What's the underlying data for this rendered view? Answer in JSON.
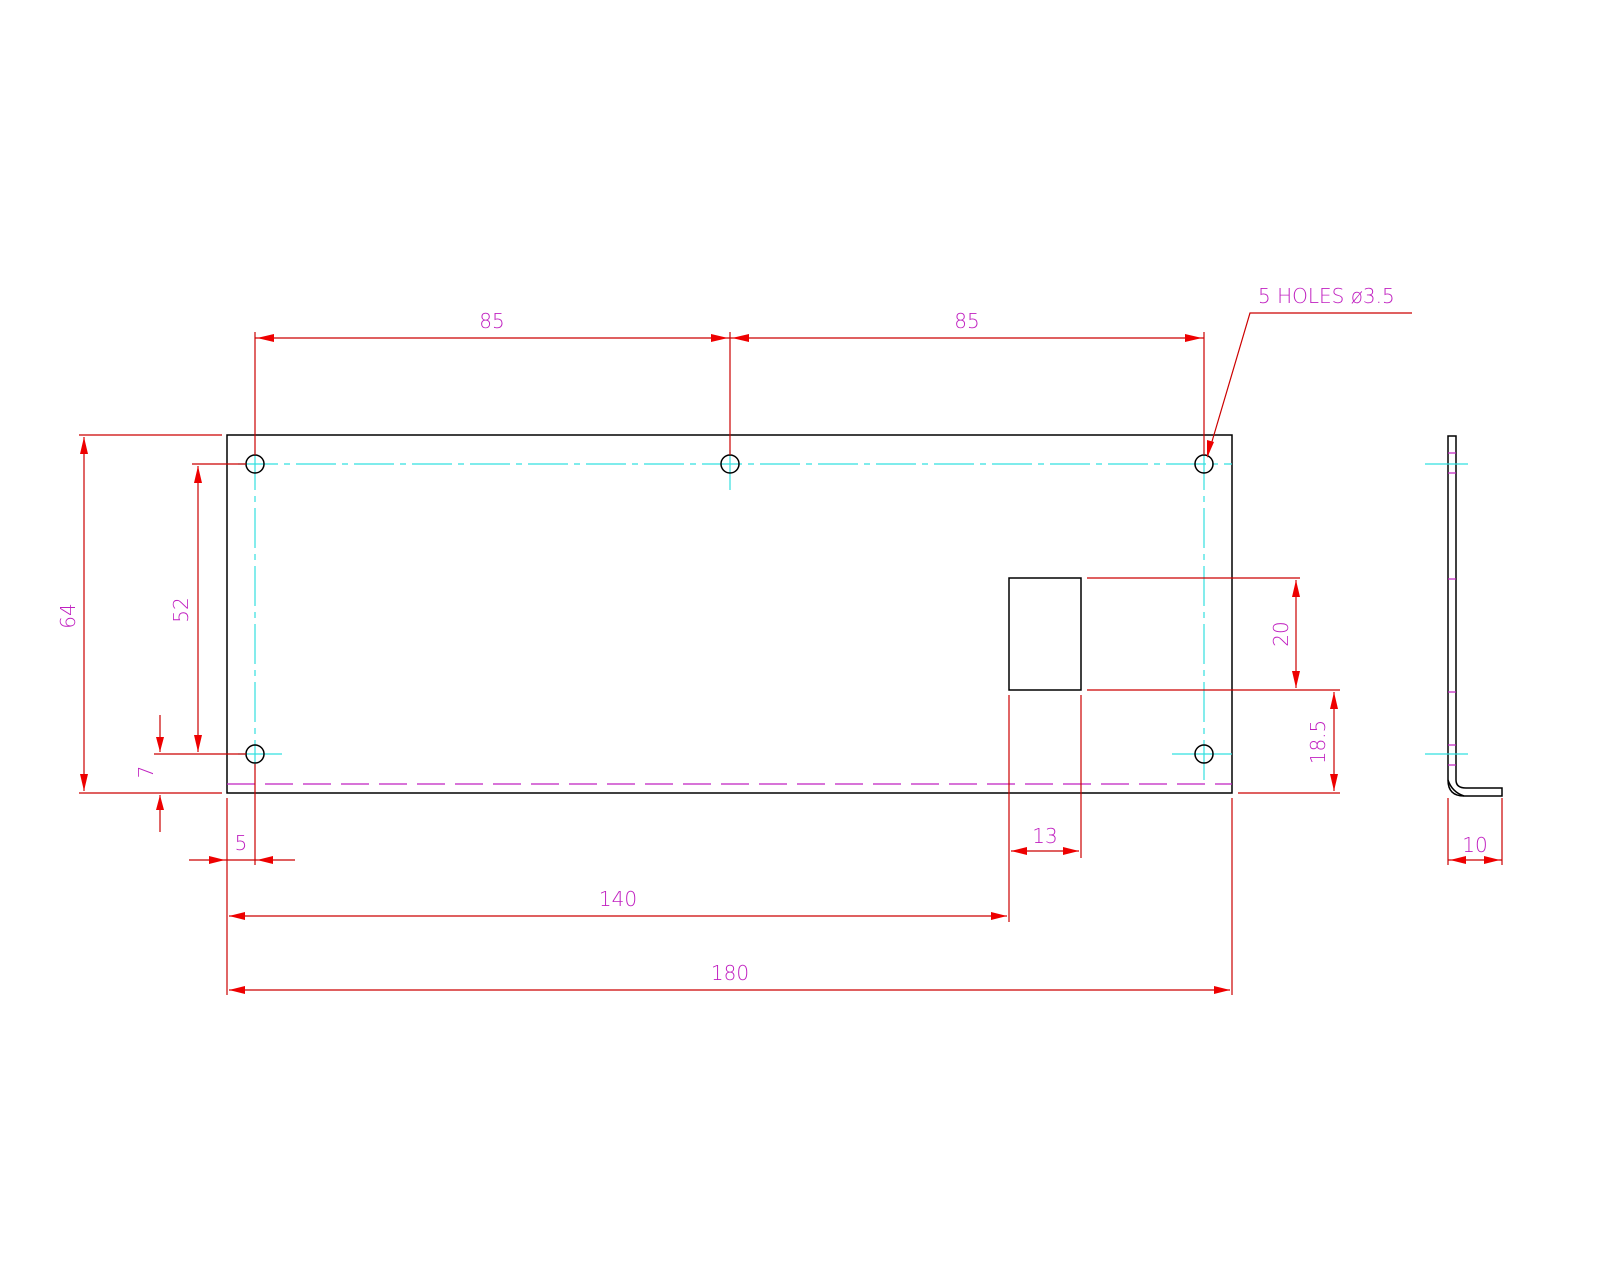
{
  "drawing": {
    "type": "sheet-metal bracket, front and side views",
    "colors": {
      "outline": "#000000",
      "center_lines": "#33e0e0",
      "bend_lines": "#c020c0",
      "dimension_lines": "#cc0000",
      "dimension_text": "#c020c0"
    },
    "note": "5 HOLES ø3.5",
    "dimensions": {
      "hole_pitch_left": "85",
      "hole_pitch_right": "85",
      "overall_height": "64",
      "hole_vertical_spacing": "52",
      "hole_bottom_offset": "7",
      "hole_left_offset": "5",
      "cutout_height": "20",
      "cutout_bottom_offset": "18.5",
      "cutout_width": "13",
      "cutout_left_position": "140",
      "overall_width": "180",
      "flange_depth": "10"
    },
    "holes": [
      {
        "id": "top-left"
      },
      {
        "id": "top-center"
      },
      {
        "id": "top-right"
      },
      {
        "id": "bottom-left"
      },
      {
        "id": "bottom-right"
      }
    ]
  }
}
